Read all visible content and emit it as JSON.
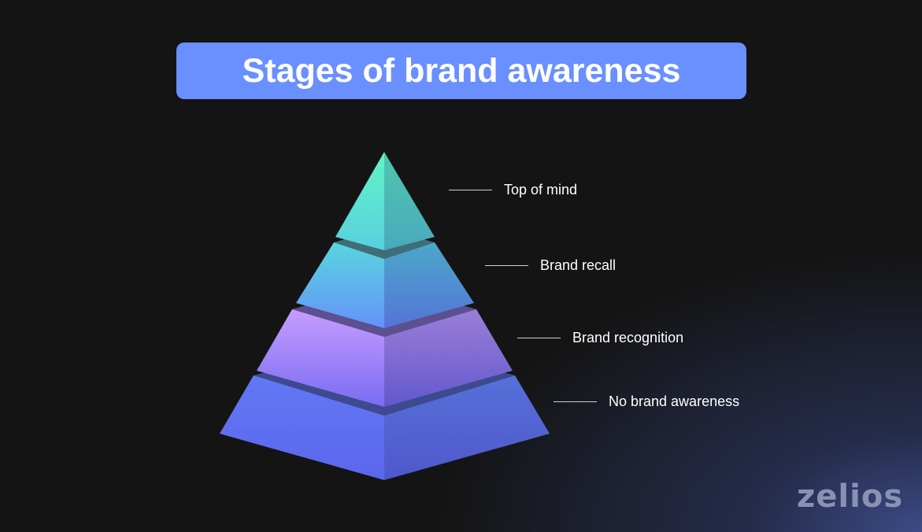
{
  "title": "Stages of brand awareness",
  "colors": {
    "background": "#141414",
    "title_bg": "#6a8fff",
    "title_text": "#ffffff",
    "label_text": "#ffffff",
    "logo": "#8a92b4"
  },
  "pyramid": {
    "tiers": [
      {
        "label": "Top of mind",
        "color_top": "#5ef2c8",
        "color_bottom": "#5bc9e0"
      },
      {
        "label": "Brand recall",
        "color_top": "#5ad4df",
        "color_bottom": "#6590f8"
      },
      {
        "label": "Brand recognition",
        "color_top": "#c59cff",
        "color_bottom": "#7a6cf0"
      },
      {
        "label": "No brand awareness",
        "color_top": "#6278f0",
        "color_bottom": "#5c68ee"
      }
    ]
  },
  "logo": {
    "text": "zelios"
  }
}
